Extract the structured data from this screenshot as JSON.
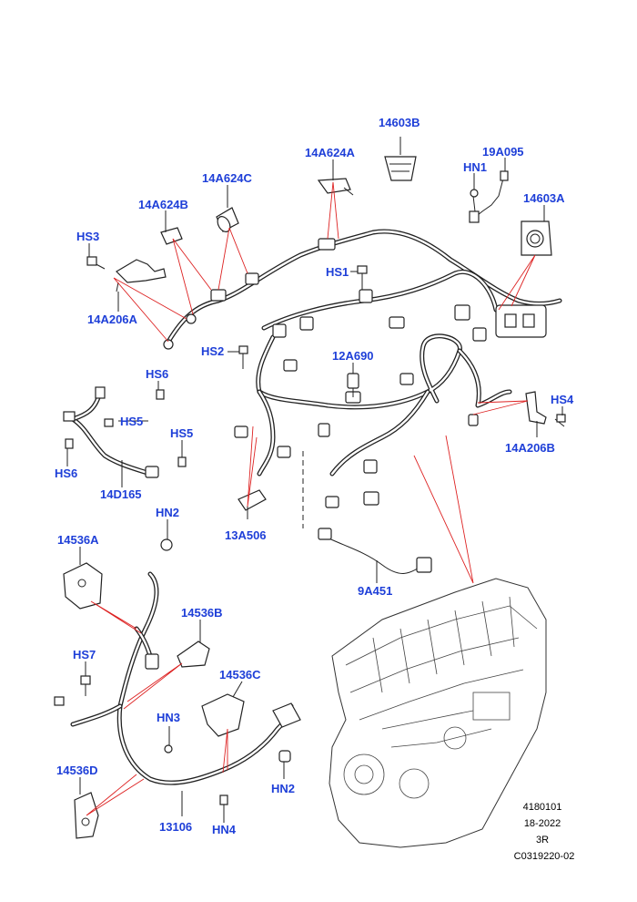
{
  "callouts": {
    "c14603B": "14603B",
    "c14A624A": "14A624A",
    "c19A095": "19A095",
    "cHN1": "HN1",
    "c14A624C": "14A624C",
    "c14603A": "14603A",
    "c14A624B": "14A624B",
    "cHS3": "HS3",
    "cHS1": "HS1",
    "c14A206A": "14A206A",
    "cHS2": "HS2",
    "c12A690": "12A690",
    "cHS6a": "HS6",
    "cHS4": "HS4",
    "cHS5a": "HS5",
    "cHS5b": "HS5",
    "c14A206B": "14A206B",
    "cHS6b": "HS6",
    "c14D165": "14D165",
    "c13A506": "13A506",
    "cHN2a": "HN2",
    "c14536A": "14536A",
    "c9A451": "9A451",
    "c14536B": "14536B",
    "cHS7": "HS7",
    "c14536C": "14536C",
    "cHN3": "HN3",
    "c14536D": "14536D",
    "cHN2b": "HN2",
    "c13106": "13106",
    "cHN4": "HN4"
  },
  "meta": {
    "line1": "4180101",
    "line2": "18-2022",
    "line3": "3R",
    "line4": "C0319220-02"
  }
}
